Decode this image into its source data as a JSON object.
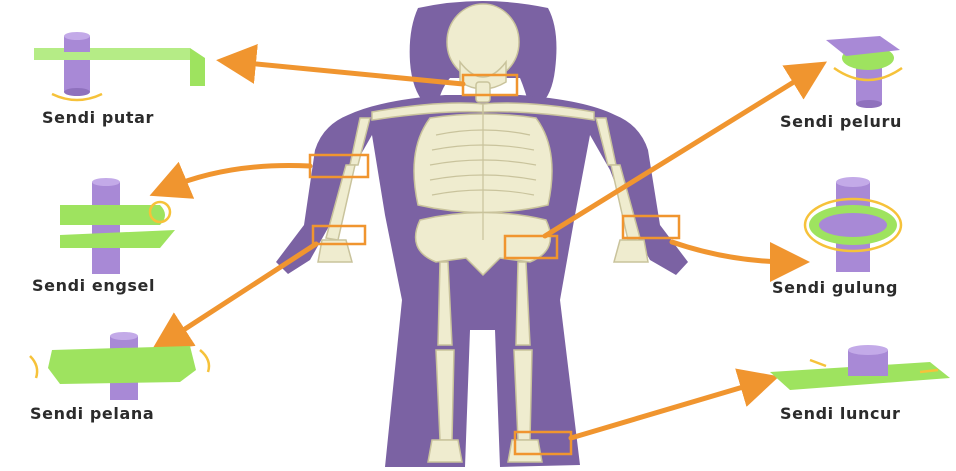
{
  "joints": {
    "pivot": {
      "label": "Sendi putar",
      "icon": "pivot-joint-icon"
    },
    "hinge": {
      "label": "Sendi engsel",
      "icon": "hinge-joint-icon"
    },
    "saddle": {
      "label": "Sendi pelana",
      "icon": "saddle-joint-icon"
    },
    "ball": {
      "label": "Sendi peluru",
      "icon": "ball-socket-joint-icon"
    },
    "condyloid": {
      "label": "Sendi gulung",
      "icon": "condyloid-joint-icon"
    },
    "gliding": {
      "label": "Sendi luncur",
      "icon": "gliding-joint-icon"
    }
  },
  "colors": {
    "body_silhouette": "#7b62a3",
    "bone": "#efeccf",
    "bone_outline": "#c9c39c",
    "arrow": "#f0952f",
    "highlight_box": "#f0952f",
    "joint_purple": "#a889d6",
    "joint_green": "#9ee35f",
    "motion_arrow": "#f6c23a"
  }
}
